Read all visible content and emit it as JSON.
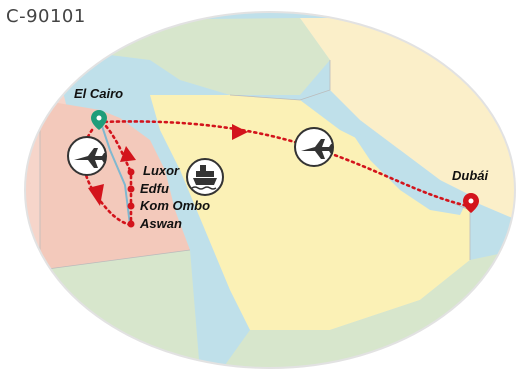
{
  "route_code": "C-90101",
  "colors": {
    "sea": "#bfe0ea",
    "egypt": "#f3c9bb",
    "arabia": "#fbf1b6",
    "iran": "#fbefc9",
    "land_green": "#d7e6cc",
    "route": "#d3141c",
    "origin_pin": "#1f9d7a",
    "dest_pin": "#d3141c"
  },
  "icons": [
    "plane-icon",
    "cruise-ship-icon",
    "plane-icon",
    "location-pin-icon"
  ],
  "places": {
    "cairo": "El Cairo",
    "dubai": "Dubái",
    "luxor": "Luxor",
    "edfu": "Edfu",
    "kom_ombo": "Kom Ombo",
    "aswan": "Aswan"
  }
}
